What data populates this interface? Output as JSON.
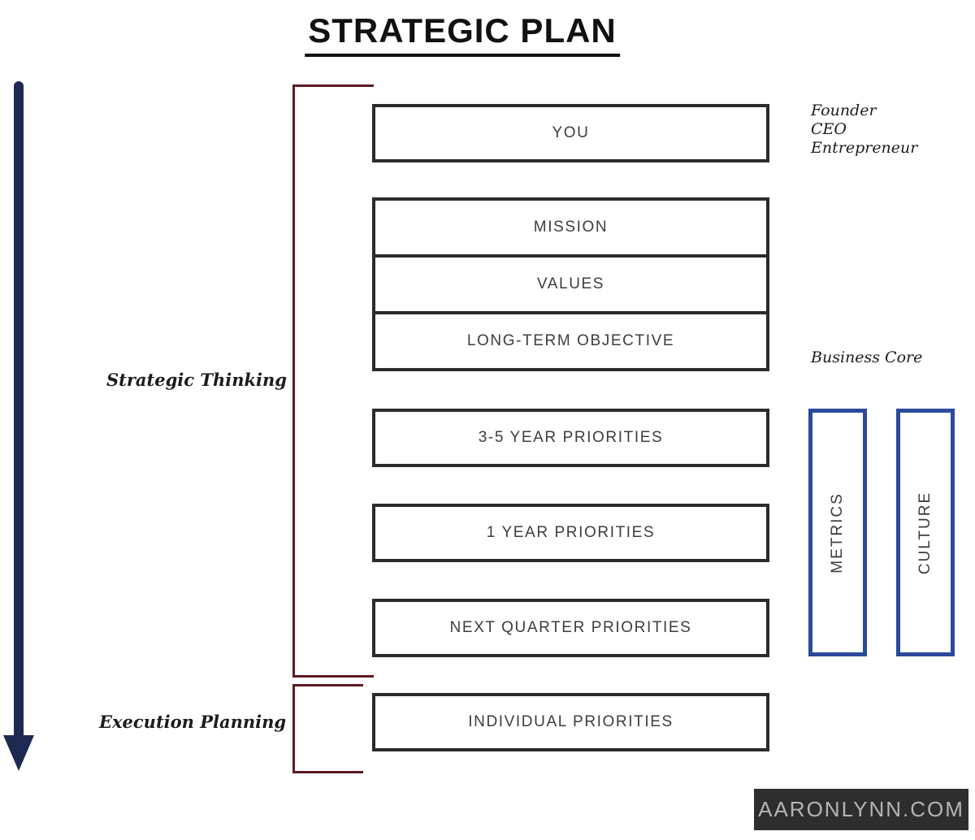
{
  "title": "STRATEGIC PLAN",
  "phases": {
    "strategic_thinking": "Strategic Thinking",
    "execution_planning": "Execution Planning"
  },
  "annotations": {
    "you_roles": [
      "Founder",
      "CEO",
      "Entrepreneur"
    ],
    "business_core": "Business Core"
  },
  "plan_boxes": {
    "you": "YOU",
    "mission": "MISSION",
    "values": "VALUES",
    "long_term_objective": "LONG-TERM OBJECTIVE",
    "three_five_year": "3-5 YEAR PRIORITIES",
    "one_year": "1 YEAR PRIORITIES",
    "next_quarter": "NEXT QUARTER PRIORITIES",
    "individual": "INDIVIDUAL PRIORITIES"
  },
  "side_boxes": {
    "metrics": "METRICS",
    "culture": "CULTURE"
  },
  "footer": {
    "site": "AARONLYNN.COM"
  },
  "colors": {
    "box_border": "#2b2b2b",
    "side_box_border": "#2c4a9c",
    "bracket": "#5e1a20",
    "arrow": "#1f2a52",
    "footer_bg": "#2e2e2e",
    "footer_text": "#b5b5b5"
  }
}
